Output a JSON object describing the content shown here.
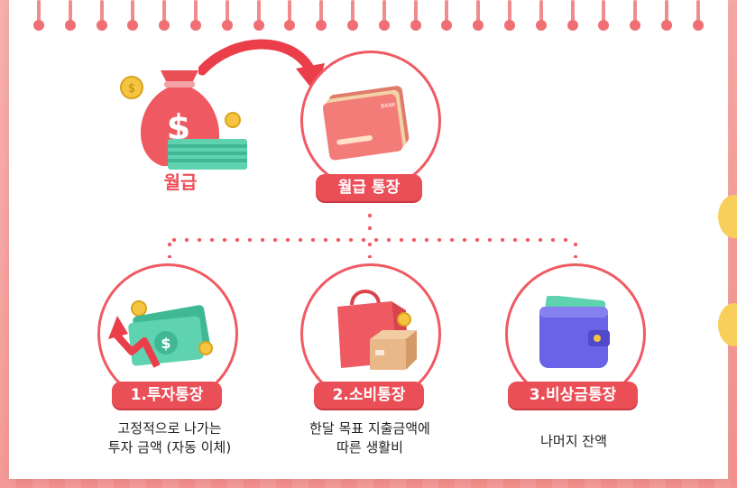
{
  "colors": {
    "accent": "#ea4e57",
    "ring_border": "#f05a62",
    "dots": "#f1606a",
    "background": "#f7a7a2",
    "paper": "#ffffff"
  },
  "top": {
    "salary_label": "월급",
    "account_label": "월급 통장",
    "card_text": "BANK"
  },
  "accounts": [
    {
      "label": "1.투자통장",
      "desc_line1": "고정적으로 나가는",
      "desc_line2": "투자 금액 (자동 이체)",
      "icon": "cash-arrow-icon"
    },
    {
      "label": "2.소비통장",
      "desc_line1": "한달 목표 지출금액에",
      "desc_line2": "따른 생활비",
      "icon": "shopping-bag-icon"
    },
    {
      "label": "3.비상금통장",
      "desc_line1": "나머지 잔액",
      "desc_line2": "",
      "icon": "wallet-icon"
    }
  ]
}
